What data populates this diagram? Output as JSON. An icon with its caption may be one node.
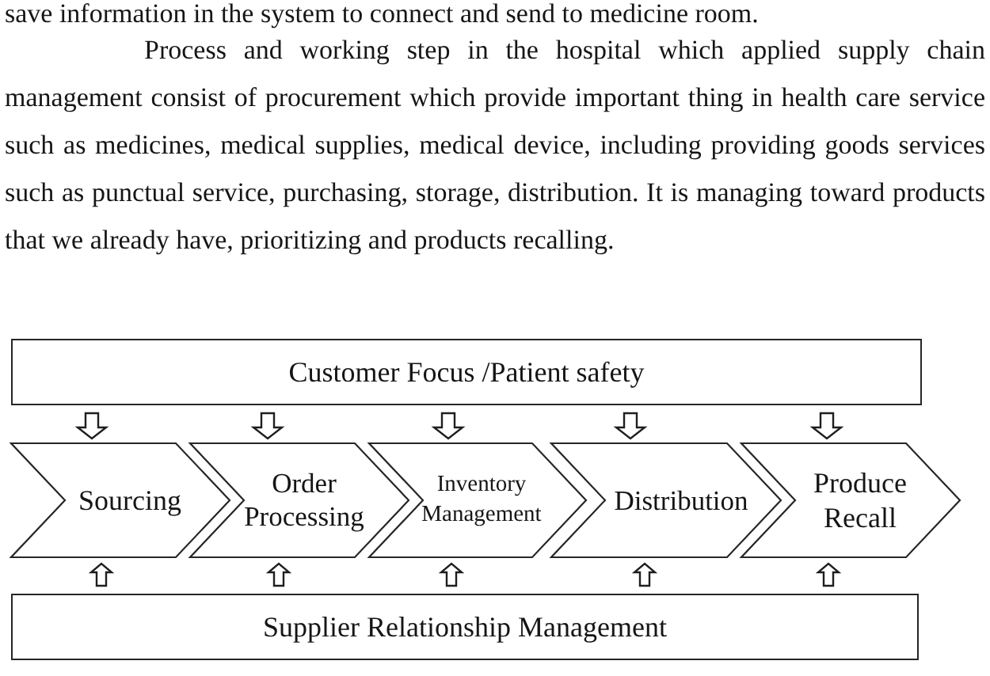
{
  "diagram": {
    "nodes": [
      {
        "text": [
          "Customer Focus /Patient safety"
        ]
      },
      {
        "text": [
          "Sourcing"
        ]
      },
      {
        "text": [
          "Order Processing"
        ]
      },
      {
        "text": [
          "Inventory Management"
        ]
      },
      {
        "text": [
          "Distribution"
        ]
      },
      {
        "text": [
          "Produce Recall"
        ]
      },
      {
        "text": [
          "Supplier Relationship Management"
        ]
      }
    ],
    "edges": [
      {
        "from": 0,
        "to": 1,
        "arrow": "to"
      },
      {
        "from": 0,
        "to": 2,
        "arrow": "to"
      },
      {
        "from": 0,
        "to": 3,
        "arrow": "to"
      },
      {
        "from": 0,
        "to": 4,
        "arrow": "to"
      },
      {
        "from": 0,
        "to": 5,
        "arrow": "to"
      },
      {
        "from": 6,
        "to": 1,
        "arrow": "to"
      },
      {
        "from": 6,
        "to": 2,
        "arrow": "to"
      },
      {
        "from": 6,
        "to": 3,
        "arrow": "to"
      },
      {
        "from": 6,
        "to": 4,
        "arrow": "to"
      },
      {
        "from": 6,
        "to": 5,
        "arrow": "to"
      }
    ],
    "labels": [
      "save information in the system to connect and send to medicine room.",
      "Process and working step in the hospital which applied supply chain management consist of procurement which provide important thing in health care service such as medicines, medical supplies, medical device, including providing goods services such as punctual service, purchasing, storage, distribution. It is managing toward products that we already have, prioritizing and products recalling."
    ]
  }
}
